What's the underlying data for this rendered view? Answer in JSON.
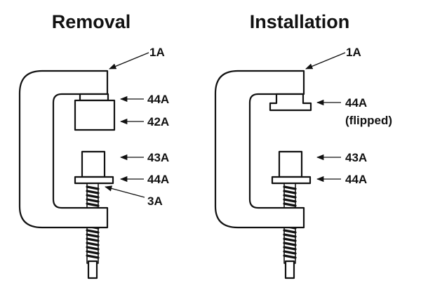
{
  "panels": {
    "removal": {
      "title": "Removal",
      "labels": {
        "clamp": "1A",
        "top_adapter": "44A",
        "receiver": "42A",
        "driver": "43A",
        "bottom_adapter": "44A",
        "screw": "3A"
      }
    },
    "installation": {
      "title": "Installation",
      "labels": {
        "clamp": "1A",
        "top_adapter": "44A",
        "top_adapter_note": "(flipped)",
        "driver": "43A",
        "bottom_adapter": "44A"
      }
    }
  },
  "colors": {
    "ink": "#111111",
    "background": "#ffffff"
  }
}
